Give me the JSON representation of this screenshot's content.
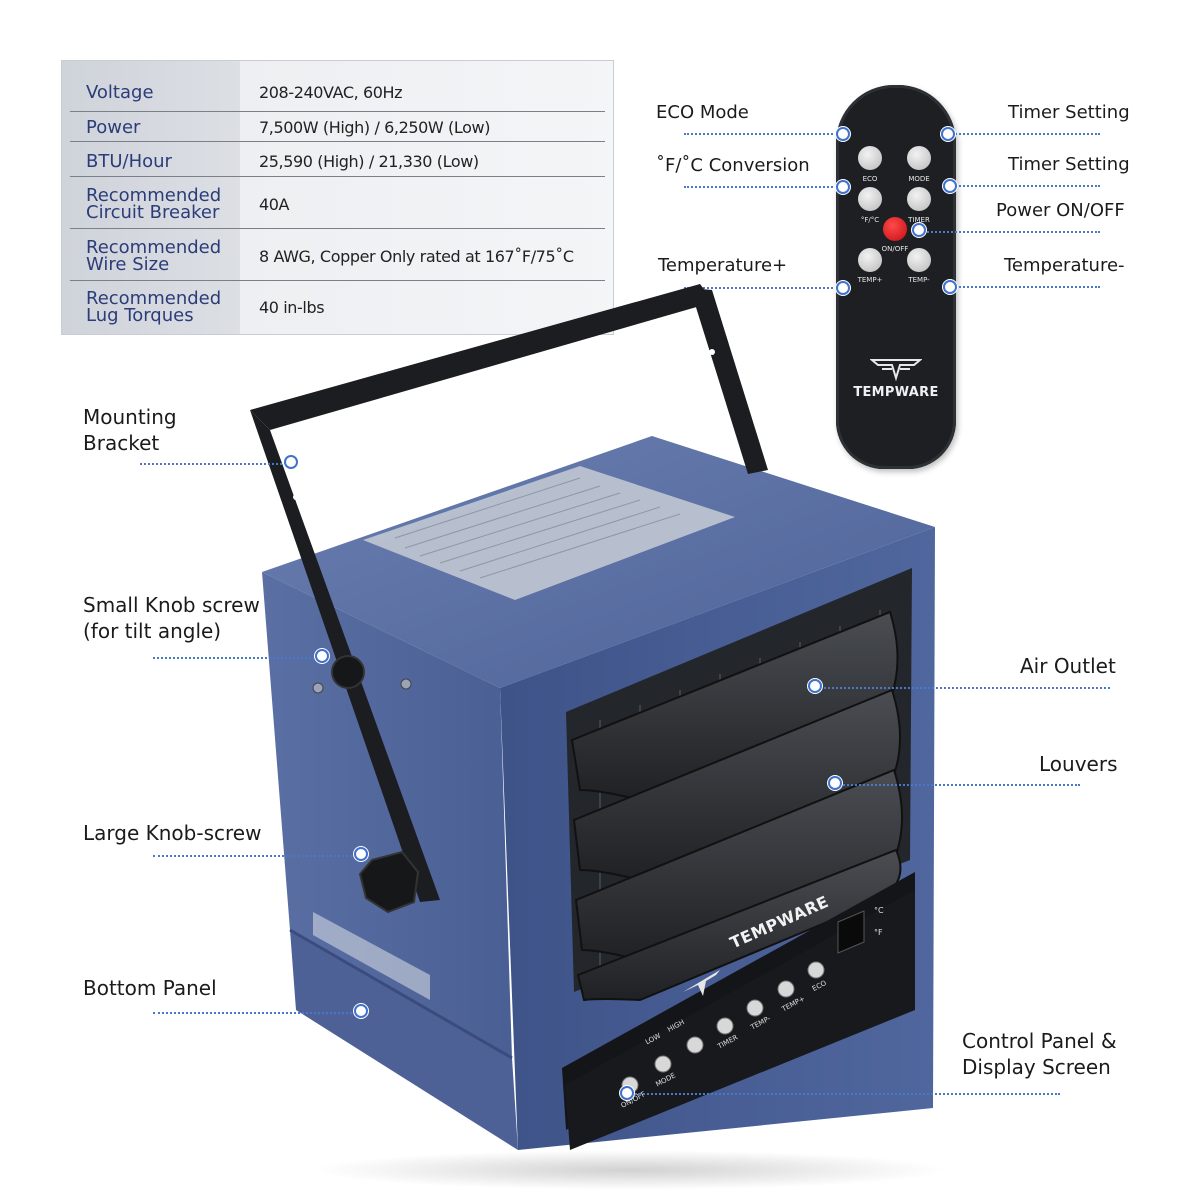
{
  "spec_table": [
    {
      "key_lines": [
        "Voltage"
      ],
      "value": "208-240VAC, 60Hz"
    },
    {
      "key_lines": [
        "Power"
      ],
      "value": "7,500W (High) / 6,250W (Low)"
    },
    {
      "key_lines": [
        "BTU/Hour"
      ],
      "value": "25,590 (High) / 21,330 (Low)"
    },
    {
      "key_lines": [
        "Recommended",
        "Circuit Breaker"
      ],
      "value": "40A"
    },
    {
      "key_lines": [
        "Recommended",
        "Wire Size"
      ],
      "value": "8 AWG, Copper Only rated at 167˚F/75˚C"
    },
    {
      "key_lines": [
        "Recommended",
        "Lug Torques"
      ],
      "value": "40 in-lbs"
    }
  ],
  "remote_callouts": {
    "eco_mode": "ECO Mode",
    "f_c_conversion": "˚F/˚C Conversion",
    "temperature_plus": "Temperature+",
    "timer_setting_1": "Timer Setting",
    "timer_setting_2": "Timer Setting",
    "power_on_off": "Power ON/OFF",
    "temperature_minus": "Temperature-"
  },
  "remote": {
    "buttons": {
      "eco": "ECO",
      "mode": "MODE",
      "f_c": "°F/°C",
      "timer": "TIMER",
      "on_off": "ON/OFF",
      "temp_plus": "TEMP+",
      "temp_minus": "TEMP-"
    },
    "brand": "TEMPWARE"
  },
  "heater_callouts": {
    "mounting_bracket": [
      "Mounting",
      "Bracket"
    ],
    "small_knob": [
      "Small Knob screw",
      "(for tilt angle)"
    ],
    "large_knob": "Large Knob-screw",
    "bottom_panel": "Bottom Panel",
    "air_outlet": "Air Outlet",
    "louvers": "Louvers",
    "control_panel": [
      "Control Panel &",
      "Display Screen"
    ]
  },
  "heater": {
    "brand": "TEMPWARE",
    "panel_labels": {
      "low": "LOW",
      "high": "HIGH",
      "mode": "MODE",
      "on_off": "ON/OFF",
      "timer": "TIMER",
      "temp_minus": "TEMP-",
      "temp_plus": "TEMP+",
      "eco": "ECO",
      "deg_c": "°C",
      "deg_f": "°F"
    }
  },
  "colors": {
    "label_accent": "#2b3c78",
    "callout_dot": "#3f72cf",
    "heater_body": "#4a5f95",
    "remote_body": "#1d1f22",
    "power_button": "#e0141e"
  }
}
